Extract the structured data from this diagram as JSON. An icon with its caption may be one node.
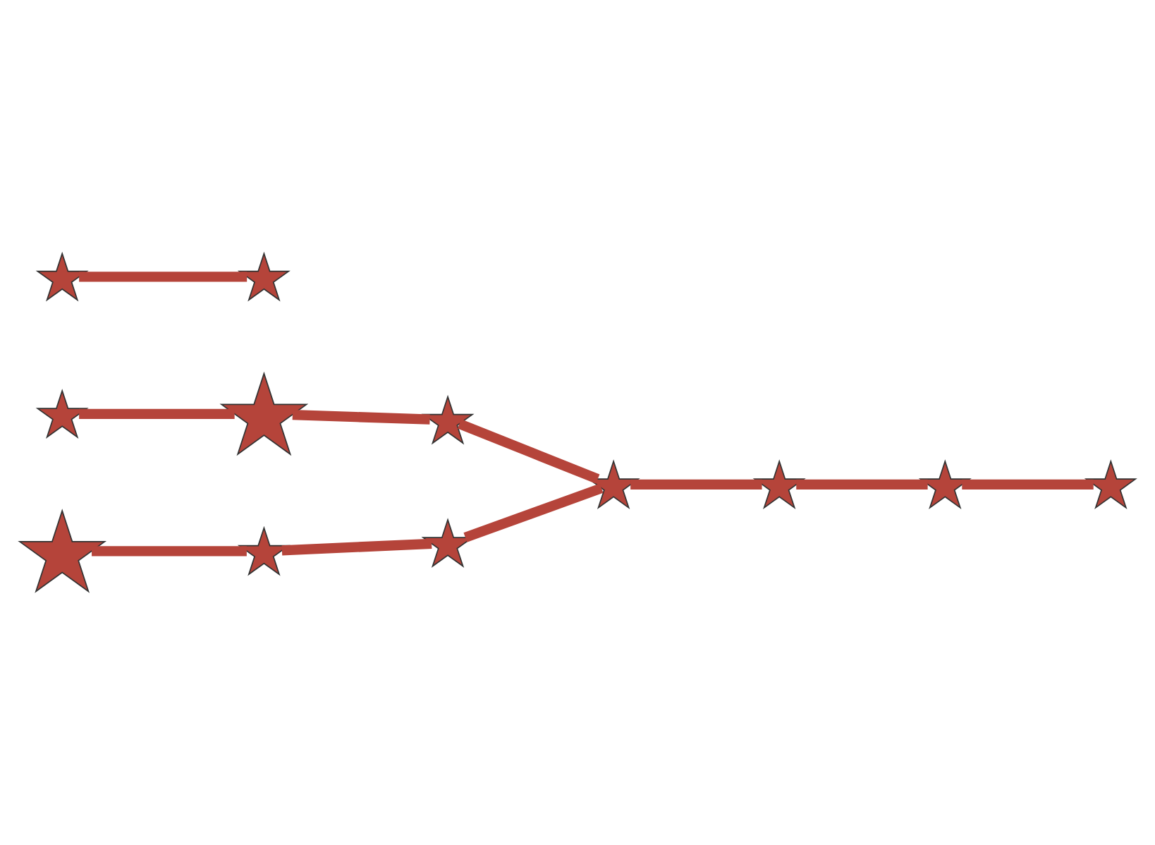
{
  "diagram": {
    "nodes": [
      {
        "text": [],
        "shape": "star"
      },
      {
        "text": [],
        "shape": "star"
      },
      {
        "text": [],
        "shape": "star"
      },
      {
        "text": [],
        "shape": "star"
      },
      {
        "text": [],
        "shape": "star"
      },
      {
        "text": [],
        "shape": "star"
      },
      {
        "text": [],
        "shape": "star"
      },
      {
        "text": [],
        "shape": "star"
      },
      {
        "text": [],
        "shape": "star"
      },
      {
        "text": [],
        "shape": "star"
      },
      {
        "text": [],
        "shape": "star"
      },
      {
        "text": [],
        "shape": "star"
      }
    ],
    "edges": [
      {
        "from": 1,
        "to": 3,
        "arrow": "none"
      },
      {
        "from": 3,
        "to": 5,
        "arrow": "none"
      },
      {
        "from": 5,
        "to": 6,
        "arrow": "none"
      },
      {
        "from": 0,
        "to": 2,
        "arrow": "none"
      },
      {
        "from": 2,
        "to": 4,
        "arrow": "none"
      },
      {
        "from": 4,
        "to": 6,
        "arrow": "none"
      },
      {
        "from": 6,
        "to": 8,
        "arrow": "none"
      },
      {
        "from": 8,
        "to": 10,
        "arrow": "none"
      },
      {
        "from": 10,
        "to": 7,
        "arrow": "none"
      },
      {
        "from": 11,
        "to": 9,
        "arrow": "none"
      }
    ]
  }
}
